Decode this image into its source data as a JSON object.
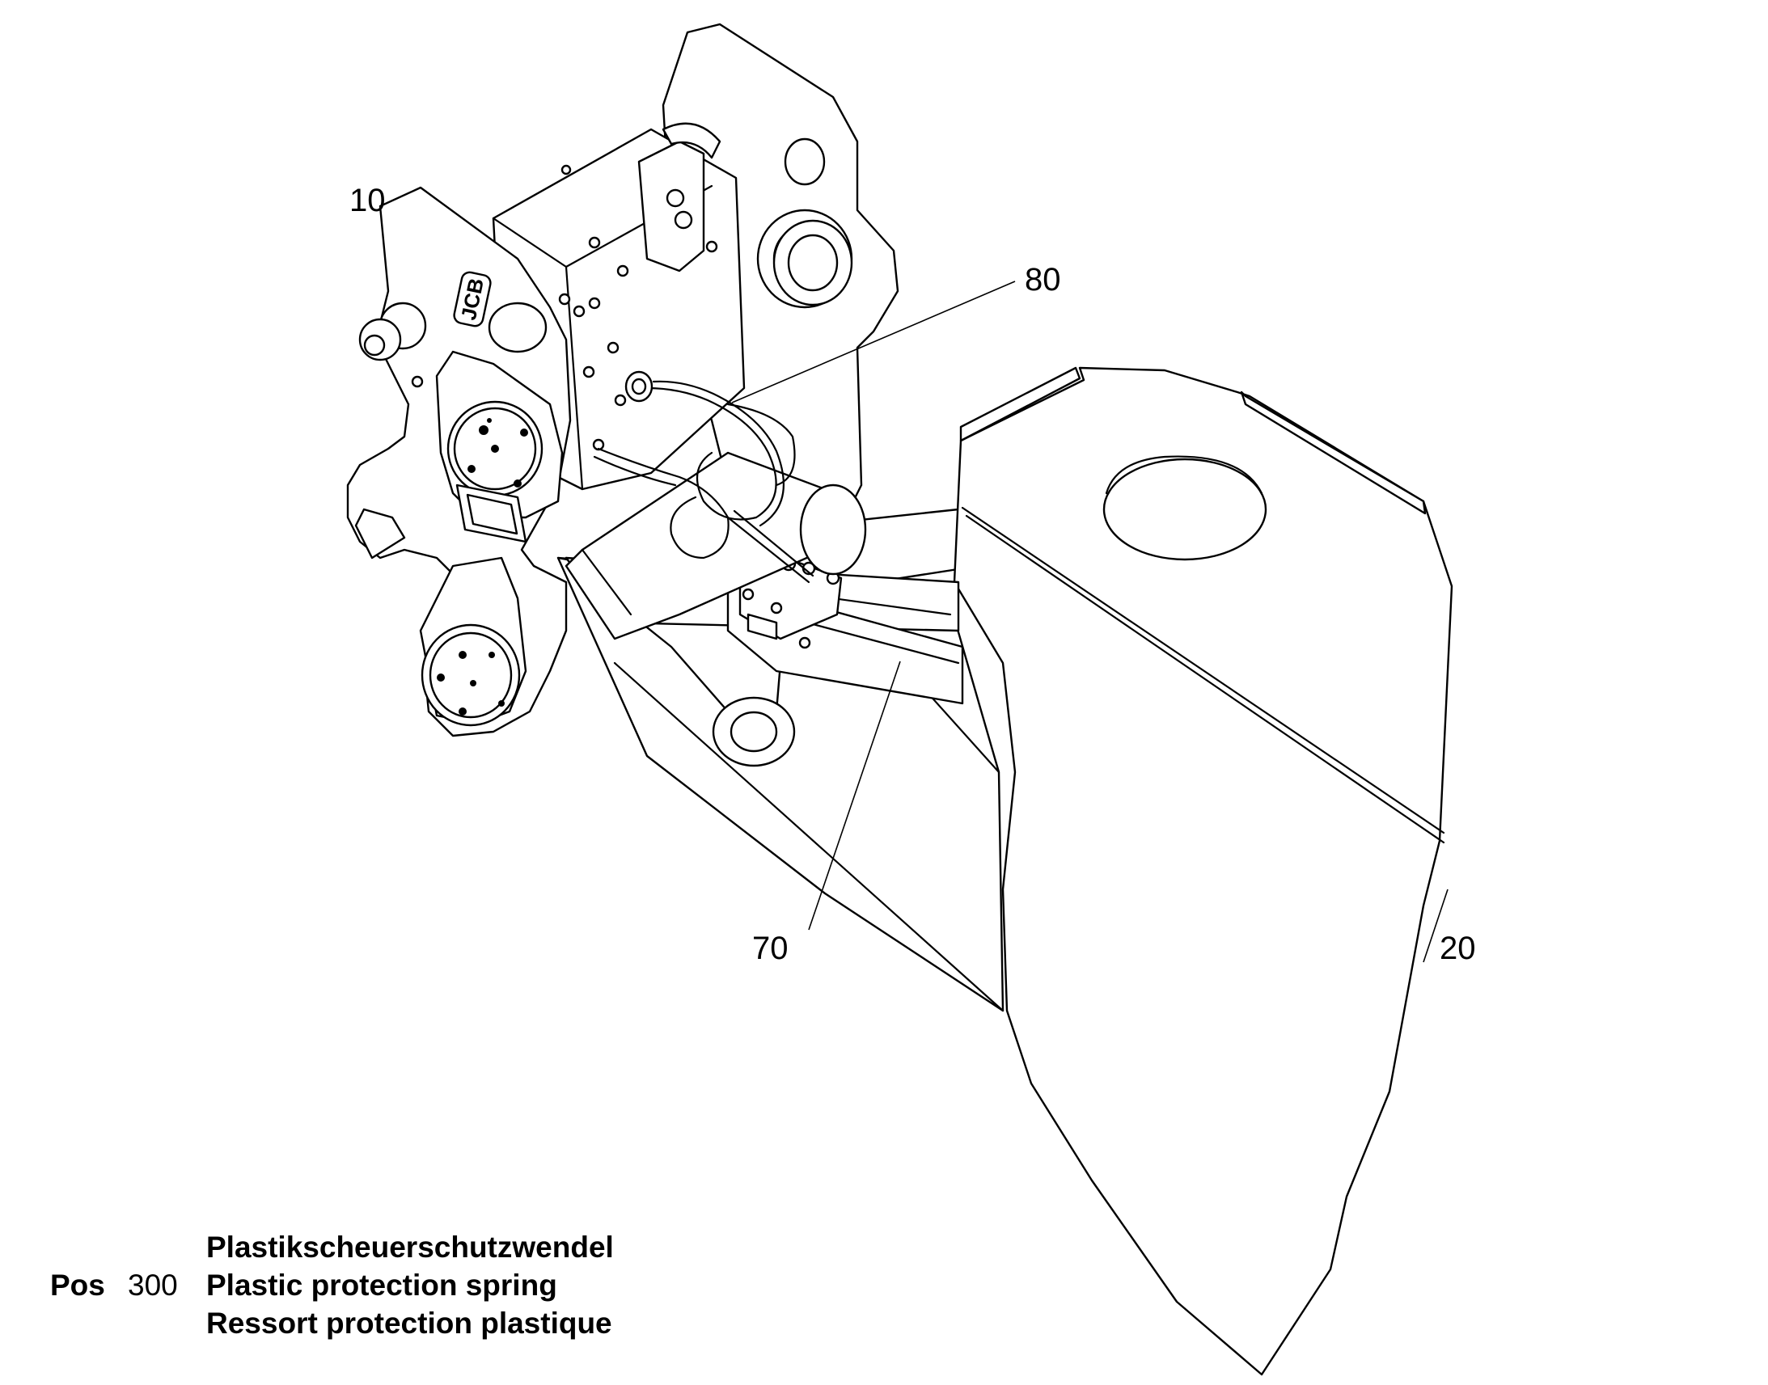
{
  "callouts": {
    "c10": "10",
    "c80": "80",
    "c70": "70",
    "c20": "20"
  },
  "caption": {
    "pos_label": "Pos",
    "pos_number": "300",
    "line_de": "Plastikscheuerschutzwendel",
    "line_en": "Plastic protection spring",
    "line_fr": "Ressort protection plastique"
  },
  "logo_text": "JCB"
}
